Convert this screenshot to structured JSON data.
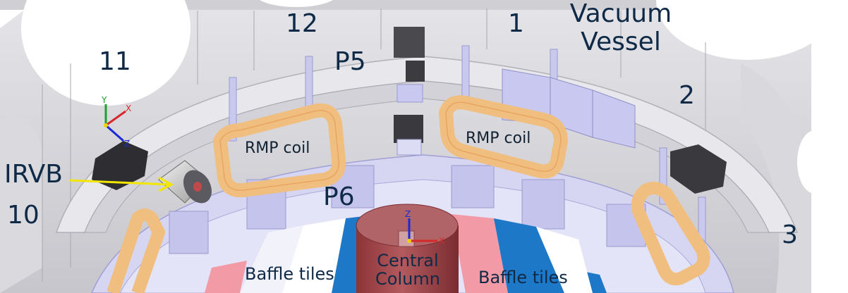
{
  "sector_labels": [
    "12",
    "1",
    "11",
    "2",
    "10",
    "3"
  ],
  "port_labels": [
    "P5",
    "P6"
  ],
  "vacuum_vessel": [
    "Vacuum",
    "Vessel"
  ],
  "rmp_coil_left": "RMP coil",
  "rmp_coil_right": "RMP coil",
  "irvb": "IRVB",
  "baffle_left": "Baffle tiles",
  "baffle_right": "Baffle tiles",
  "central_column": [
    "Central",
    "Column"
  ],
  "axes_left": {
    "y": "Y",
    "x": "X",
    "z": "Z"
  },
  "axes_center": {
    "z": "Z",
    "x": "X"
  },
  "colors": {
    "label": "#0e2a47",
    "vessel": "#d4d4d8",
    "coil": "#f4c890",
    "coil_edge": "#e8a560",
    "lavender": "#c8c8f0",
    "blue_tile": "#1e78c8",
    "pink_tile": "#f29aa6",
    "column": "#a3484d",
    "arrow": "#f2e600"
  }
}
